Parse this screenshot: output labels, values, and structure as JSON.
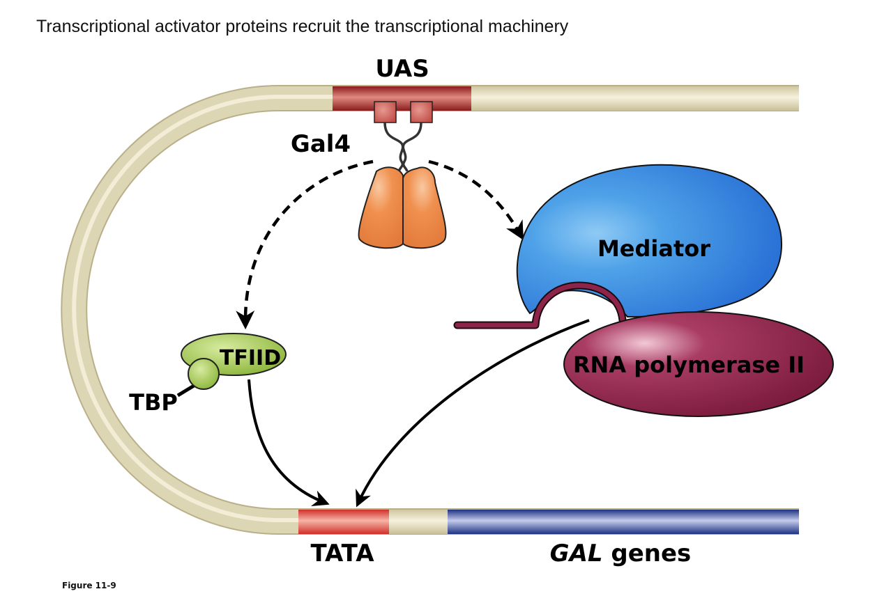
{
  "title": "Transcriptional activator proteins recruit the transcriptional machinery",
  "figure_label": "Figure 11-9",
  "labels": {
    "uas": "UAS",
    "gal4": "Gal4",
    "mediator": "Mediator",
    "rna_pol": "RNA polymerase II",
    "tfiid": "TFIID",
    "tbp": "TBP",
    "tata": "TATA",
    "gal_italic": "GAL",
    "genes": " genes"
  },
  "colors": {
    "dna": "#ddd6b4",
    "uas": "#a8282a",
    "tata": "#de3a2c",
    "gal_genes": "#233b8e",
    "gal4_activation": "#ef8a4e",
    "gal4_binding": "#c9574e",
    "mediator": "#3e8fe0",
    "rna_pol": "#8e2449",
    "tfiid": "#9cc046"
  }
}
